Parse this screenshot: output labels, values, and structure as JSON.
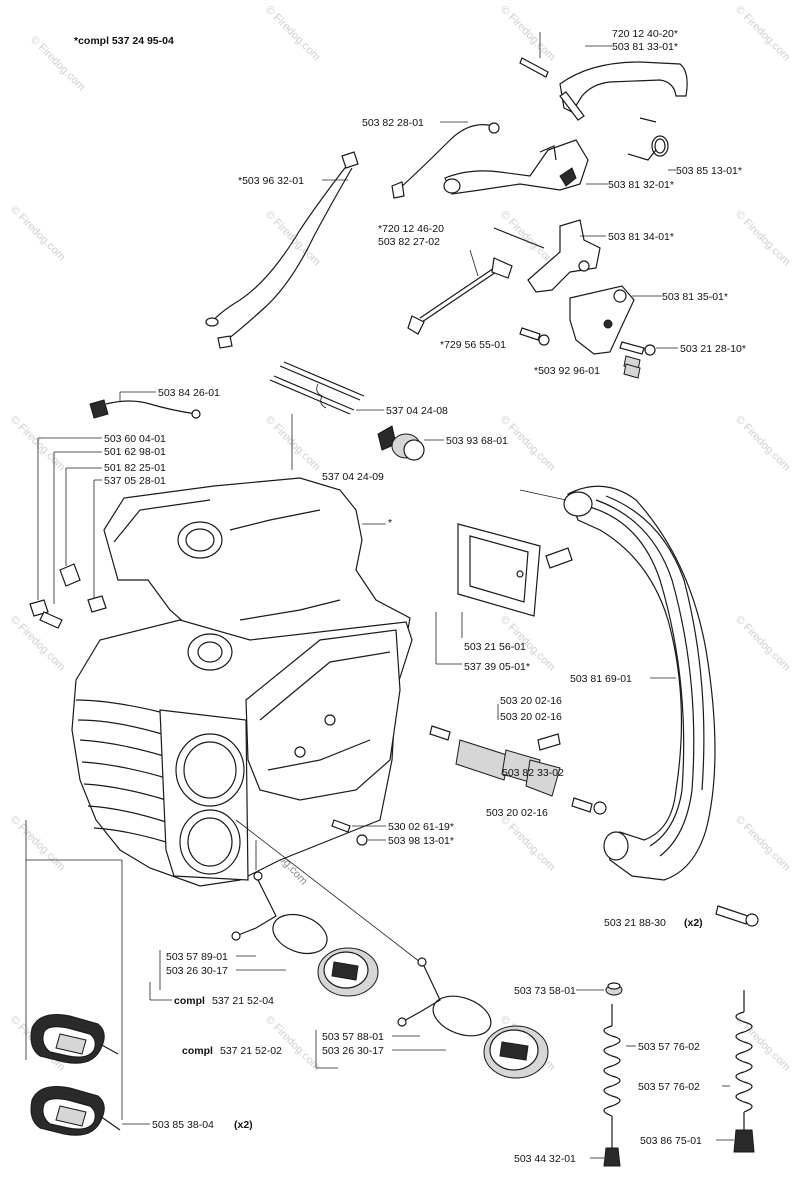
{
  "labels": {
    "compl_top": "*compl 537 24 95-04",
    "l_720_12_40_20": "720 12 40-20*",
    "l_503_81_33_01": "503 81 33-01*",
    "l_503_82_28_01": "503 82 28-01",
    "l_503_85_13_01": "503 85 13-01*",
    "l_503_96_32_01": "*503 96 32-01",
    "l_503_81_32_01": "503 81 32-01*",
    "l_720_12_46_20": "*720 12 46-20",
    "l_503_82_27_02": "503 82 27-02",
    "l_503_81_34_01": "503 81 34-01*",
    "l_503_81_35_01": "503 81 35-01*",
    "l_729_56_55_01": "*729 56 55-01",
    "l_503_21_28_10": "503 21 28-10*",
    "l_503_92_96_01": "*503 92 96-01",
    "l_503_84_26_01": "503 84 26-01",
    "l_537_04_24_08": "537 04 24-08",
    "l_503_93_68_01": "503 93 68-01",
    "l_503_60_04_01": "503 60 04-01",
    "l_501_62_98_01": "501 62 98-01",
    "l_501_82_25_01": "501 82 25-01",
    "l_537_05_28_01": "537 05 28-01",
    "l_537_04_24_09": "537 04 24-09",
    "l_star": "*",
    "l_503_21_56_01": "503 21 56-01",
    "l_537_39_05_01": "537 39 05-01*",
    "l_503_81_69_01": "503 81 69-01",
    "l_503_20_02_16_a": "503 20 02-16",
    "l_503_20_02_16_b": "503 20 02-16",
    "l_503_82_33_02": "503 82 33-02",
    "l_503_20_02_16_c": "503 20 02-16",
    "l_530_02_61_19": "530 02 61-19*",
    "l_503_98_13_01": "503 98 13-01*",
    "l_503_21_88_30": "503 21 88-30",
    "l_x2_a": "(x2)",
    "l_503_57_89_01": "503 57 89-01",
    "l_503_26_30_17_a": "503 26 30-17",
    "compl_537_21_52_04": "compl",
    "compl_537_21_52_04_num": "537 21 52-04",
    "l_503_73_58_01": "503 73 58-01",
    "compl_537_21_52_02": "compl",
    "compl_537_21_52_02_num": "537 21 52-02",
    "l_503_57_88_01": "503 57 88-01",
    "l_503_26_30_17_b": "503 26 30-17",
    "l_503_57_76_02_a": "503 57 76-02",
    "l_503_57_76_02_b": "503 57 76-02",
    "l_503_85_38_04": "503 85 38-04",
    "l_x2_b": "(x2)",
    "l_503_44_32_01": "503 44 32-01",
    "l_503_86_75_01": "503 86 75-01"
  },
  "watermark": {
    "text": "© Firedog.com",
    "center_text": "Firedog.com"
  }
}
